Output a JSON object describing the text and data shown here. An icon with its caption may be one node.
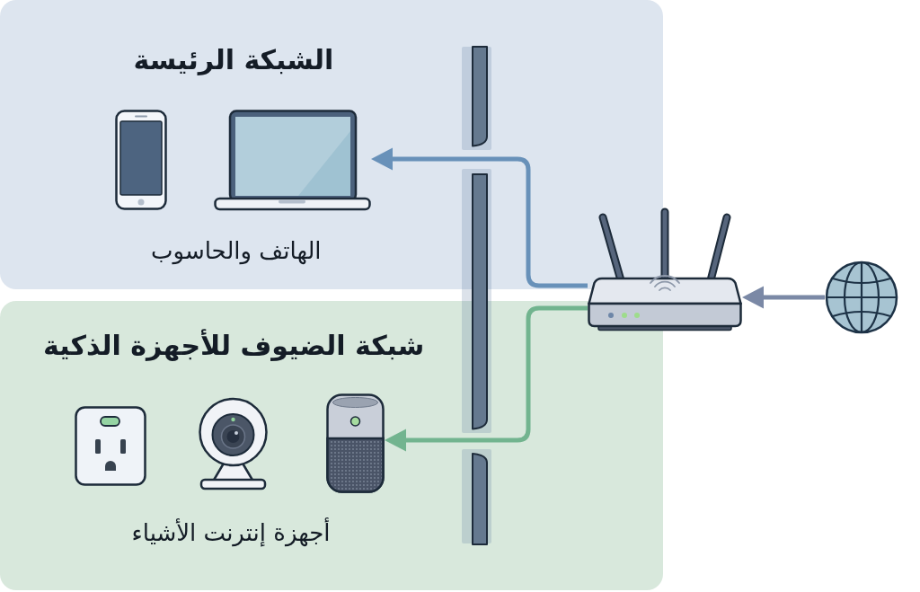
{
  "diagram": {
    "nodes": [
      {
        "text": [
          "الشبكة الرئيسة",
          "الهاتف والحاسوب"
        ]
      },
      {
        "text": [],
        "shape": "picture",
        "in": 0
      },
      {
        "text": [],
        "shape": "picture",
        "in": 0
      },
      {
        "text": [
          "شبكة الضيوف للأجهزة الذكية",
          "أجهزة إنترنت الأشياء"
        ]
      },
      {
        "text": [],
        "shape": "picture",
        "in": 3
      },
      {
        "text": [],
        "shape": "picture",
        "in": 3
      },
      {
        "text": [],
        "shape": "picture",
        "in": 3
      },
      {
        "text": [],
        "shape": "picture"
      },
      {
        "text": [],
        "shape": "picture"
      }
    ],
    "edges": [
      {
        "from": 8,
        "to": 7,
        "arrow": "to",
        "color": "#7b89a6"
      },
      {
        "from": 7,
        "to": 2,
        "arrow": "to",
        "color": "#6891b9"
      },
      {
        "from": 7,
        "to": 6,
        "arrow": "to",
        "color": "#72b48f"
      }
    ]
  }
}
